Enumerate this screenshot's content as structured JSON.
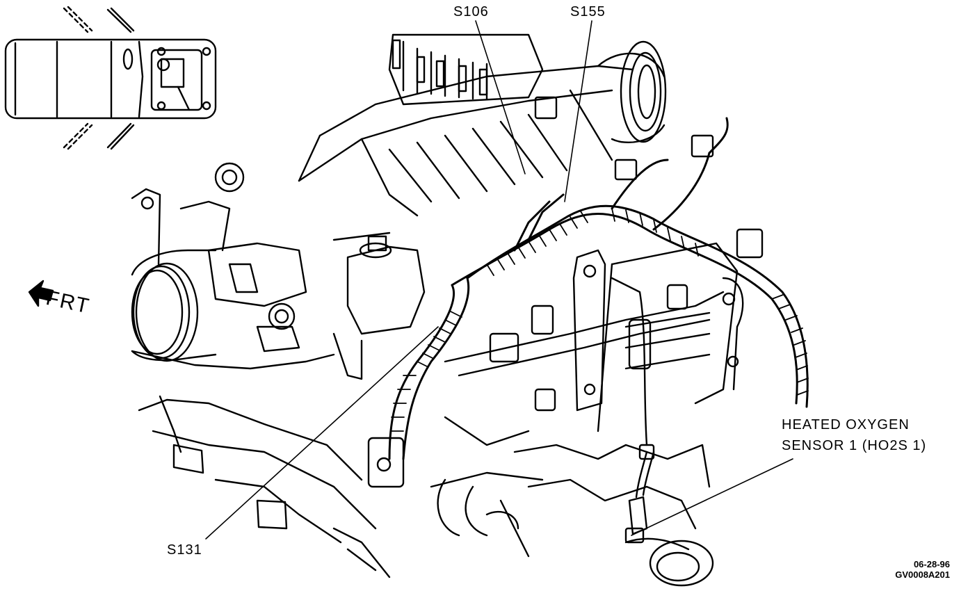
{
  "diagram": {
    "callouts": {
      "s106": "S106",
      "s155": "S155",
      "s131": "S131",
      "ho2s_line1": "HEATED OXYGEN",
      "ho2s_line2": "SENSOR 1 (HO2S 1)"
    },
    "front_indicator": "FRT",
    "figure_date": "06-28-96",
    "figure_code": "GV0008A201"
  },
  "colors": {
    "line": "#000000",
    "background": "#ffffff"
  }
}
